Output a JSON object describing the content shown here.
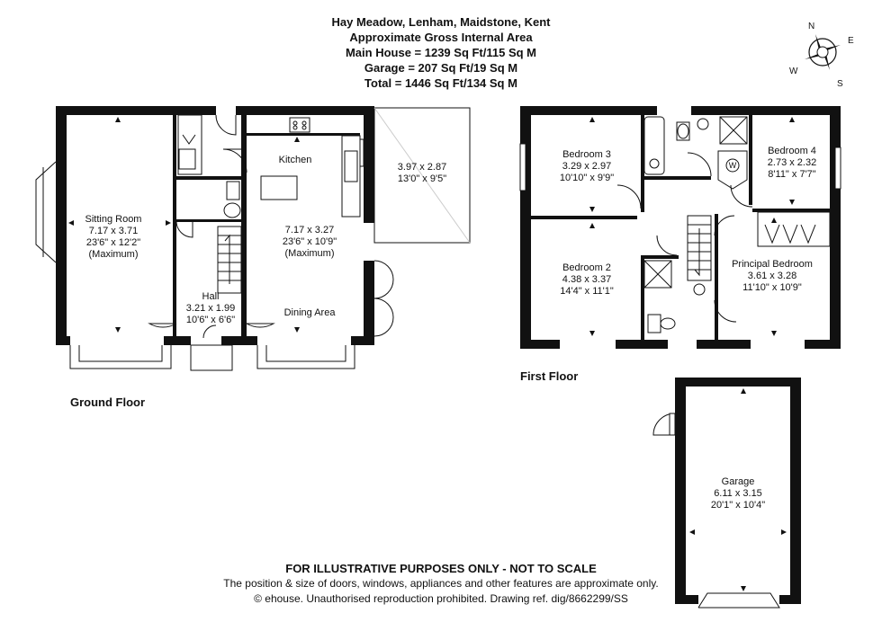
{
  "header": {
    "address": "Hay Meadow, Lenham, Maidstone, Kent",
    "area_title": "Approximate Gross Internal Area",
    "main_house": "Main House = 1239 Sq Ft/115 Sq M",
    "garage": "Garage = 207 Sq Ft/19 Sq M",
    "total": "Total = 1446 Sq Ft/134 Sq M"
  },
  "compass": {
    "n": "N",
    "e": "E",
    "s": "S",
    "w": "W"
  },
  "ground_floor": {
    "label": "Ground Floor",
    "sitting_room": {
      "name": "Sitting Room",
      "metric": "7.17 x 3.71",
      "imperial": "23'6\" x 12'2\"",
      "note": "(Maximum)"
    },
    "kitchen": {
      "name": "Kitchen"
    },
    "kitchen_dining": {
      "metric": "7.17 x 3.27",
      "imperial": "23'6\" x 10'9\"",
      "note": "(Maximum)"
    },
    "dining_area": {
      "name": "Dining Area"
    },
    "hall": {
      "name": "Hall",
      "metric": "3.21 x 1.99",
      "imperial": "10'6\" x 6'6\""
    },
    "outbuilding": {
      "metric": "3.97 x 2.87",
      "imperial": "13'0\" x 9'5\""
    }
  },
  "first_floor": {
    "label": "First Floor",
    "bedroom3": {
      "name": "Bedroom 3",
      "metric": "3.29 x 2.97",
      "imperial": "10'10\" x 9'9\""
    },
    "bedroom4": {
      "name": "Bedroom 4",
      "metric": "2.73 x 2.32",
      "imperial": "8'11\" x 7'7\""
    },
    "bedroom2": {
      "name": "Bedroom 2",
      "metric": "4.38 x 3.37",
      "imperial": "14'4\" x 11'1\""
    },
    "principal": {
      "name": "Principal Bedroom",
      "metric": "3.61 x 3.28",
      "imperial": "11'10\" x 10'9\""
    },
    "cupboard_symbol": "W"
  },
  "garage": {
    "name": "Garage",
    "metric": "6.11 x 3.15",
    "imperial": "20'1\" x 10'4\""
  },
  "footer": {
    "disclaimer": "FOR ILLUSTRATIVE PURPOSES ONLY - NOT TO SCALE",
    "note": "The position & size of doors, windows, appliances and other features are approximate only.",
    "copyright": "© ehouse. Unauthorised reproduction prohibited. Drawing ref. dig/8662299/SS"
  }
}
